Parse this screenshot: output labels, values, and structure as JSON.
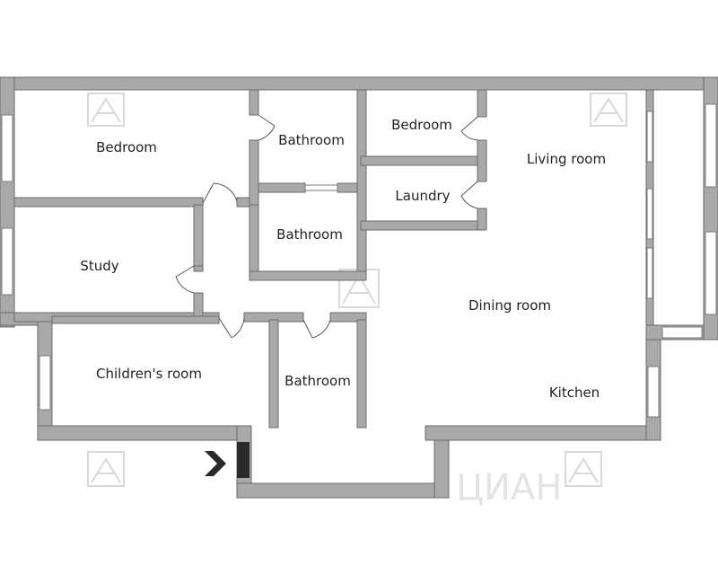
{
  "rooms": {
    "bedroom_1": "Bedroom",
    "bathroom_1": "Bathroom",
    "bedroom_2": "Bedroom",
    "living_room": "Living room",
    "laundry": "Laundry",
    "bathroom_2": "Bathroom",
    "study": "Study",
    "dining_room": "Dining room",
    "childrens_room": "Children's room",
    "bathroom_3": "Bathroom",
    "kitchen": "Kitchen"
  },
  "watermark": {
    "brand_text": "ЦИАН"
  },
  "colors": {
    "wall": "#a9a9a9",
    "entrance": "#2a2a2a"
  }
}
